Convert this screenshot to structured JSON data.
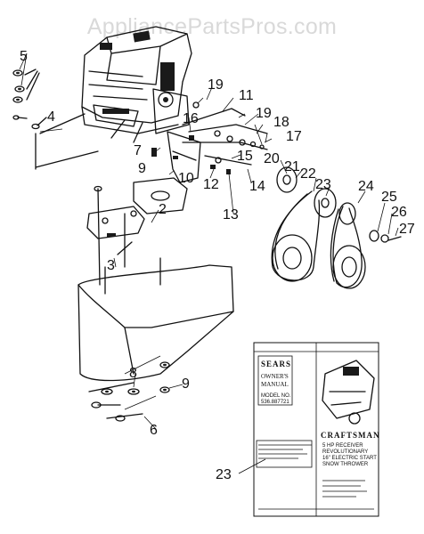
{
  "watermark": "AppliancePartsPros.com",
  "callouts": [
    "5",
    "4",
    "19",
    "11",
    "19",
    "18",
    "17",
    "16",
    "7",
    "15",
    "9",
    "20",
    "21",
    "22",
    "10",
    "12",
    "14",
    "23",
    "24",
    "25",
    "26",
    "27",
    "13",
    "2",
    "3",
    "8",
    "9",
    "6",
    "23"
  ],
  "manual": {
    "left_brand": "SEARS",
    "left_title_1": "OWNER'S",
    "left_title_2": "MANUAL",
    "left_model_1": "MODEL NO.",
    "left_model_2": "536.887721",
    "right_brand": "CRAFTSMAN",
    "right_desc_1": "5 HP RECEIVER",
    "right_desc_2": "REVOLUTIONARY",
    "right_desc_3": "16\" ELECTRIC START",
    "right_desc_4": "SNOW THROWER"
  },
  "icons": [
    "engine-icon",
    "pulley-icon",
    "drive-belt-icon",
    "bolt-icon",
    "snow-thrower-icon"
  ]
}
